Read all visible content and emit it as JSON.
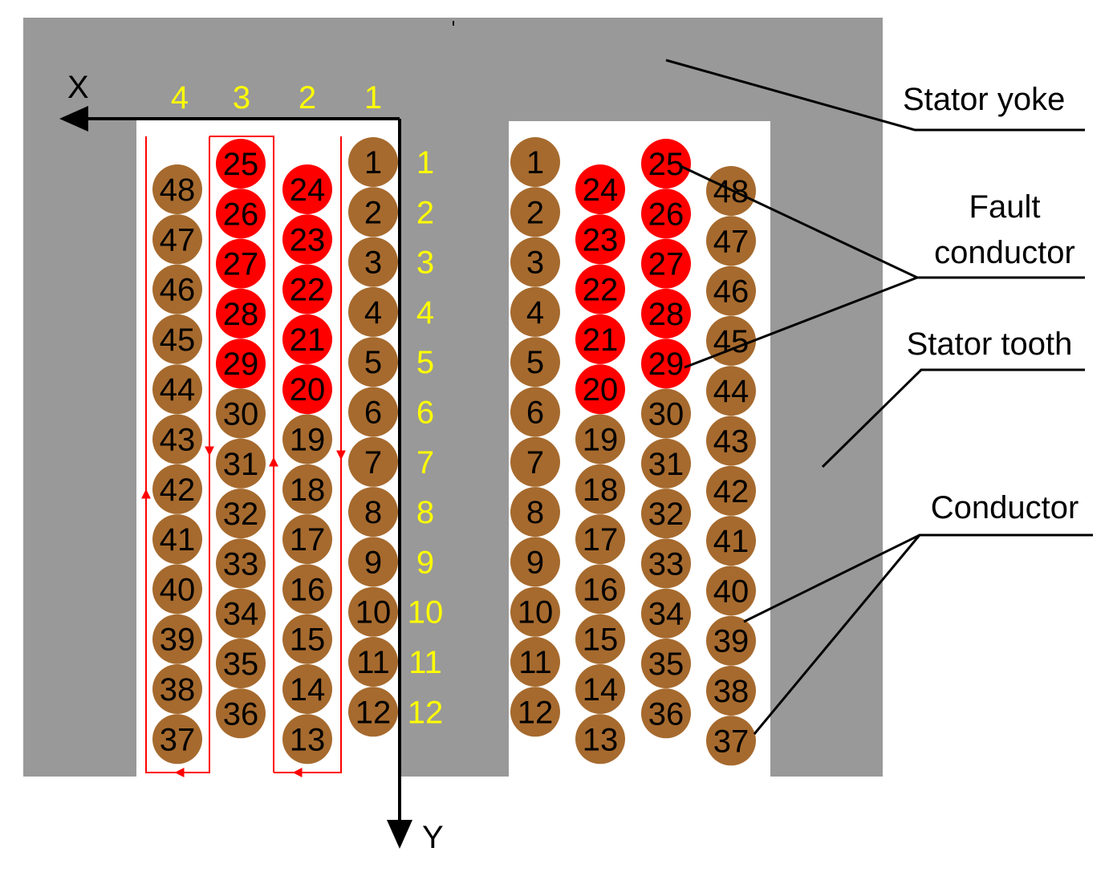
{
  "colors": {
    "iron": "#999999",
    "slot": "#ffffff",
    "conductor": "#a66a2e",
    "fault": "#ff0000",
    "index_text": "#ffff00",
    "axis": "#000000",
    "current_path": "#ff0000"
  },
  "axes": {
    "x_label": "X",
    "y_label": "Y"
  },
  "column_indices": [
    "4",
    "3",
    "2",
    "1"
  ],
  "row_indices": [
    "1",
    "2",
    "3",
    "4",
    "5",
    "6",
    "7",
    "8",
    "9",
    "10",
    "11",
    "12"
  ],
  "labels": {
    "stator_yoke": "Stator yoke",
    "fault_conductor_line1": "Fault",
    "fault_conductor_line2": "conductor",
    "stator_tooth": "Stator tooth",
    "conductor": "Conductor"
  },
  "left_slot": {
    "columns": [
      {
        "numbers": [
          48,
          47,
          46,
          45,
          44,
          43,
          42,
          41,
          40,
          39,
          38,
          37
        ],
        "faults": []
      },
      {
        "numbers": [
          25,
          26,
          27,
          28,
          29,
          30,
          31,
          32,
          33,
          34,
          35,
          36
        ],
        "faults": [
          25,
          26,
          27,
          28,
          29
        ]
      },
      {
        "numbers": [
          24,
          23,
          22,
          21,
          20,
          19,
          18,
          17,
          16,
          15,
          14,
          13
        ],
        "faults": [
          24,
          23,
          22,
          21,
          20
        ]
      },
      {
        "numbers": [
          1,
          2,
          3,
          4,
          5,
          6,
          7,
          8,
          9,
          10,
          11,
          12
        ],
        "faults": []
      }
    ]
  },
  "right_slot": {
    "columns": [
      {
        "numbers": [
          1,
          2,
          3,
          4,
          5,
          6,
          7,
          8,
          9,
          10,
          11,
          12
        ],
        "faults": []
      },
      {
        "numbers": [
          24,
          23,
          22,
          21,
          20,
          19,
          18,
          17,
          16,
          15,
          14,
          13
        ],
        "faults": [
          24,
          23,
          22,
          21,
          20
        ]
      },
      {
        "numbers": [
          25,
          26,
          27,
          28,
          29,
          30,
          31,
          32,
          33,
          34,
          35,
          36
        ],
        "faults": [
          25,
          26,
          27,
          28,
          29
        ]
      },
      {
        "numbers": [
          48,
          47,
          46,
          45,
          44,
          43,
          42,
          41,
          40,
          39,
          38,
          37
        ],
        "faults": []
      }
    ]
  }
}
